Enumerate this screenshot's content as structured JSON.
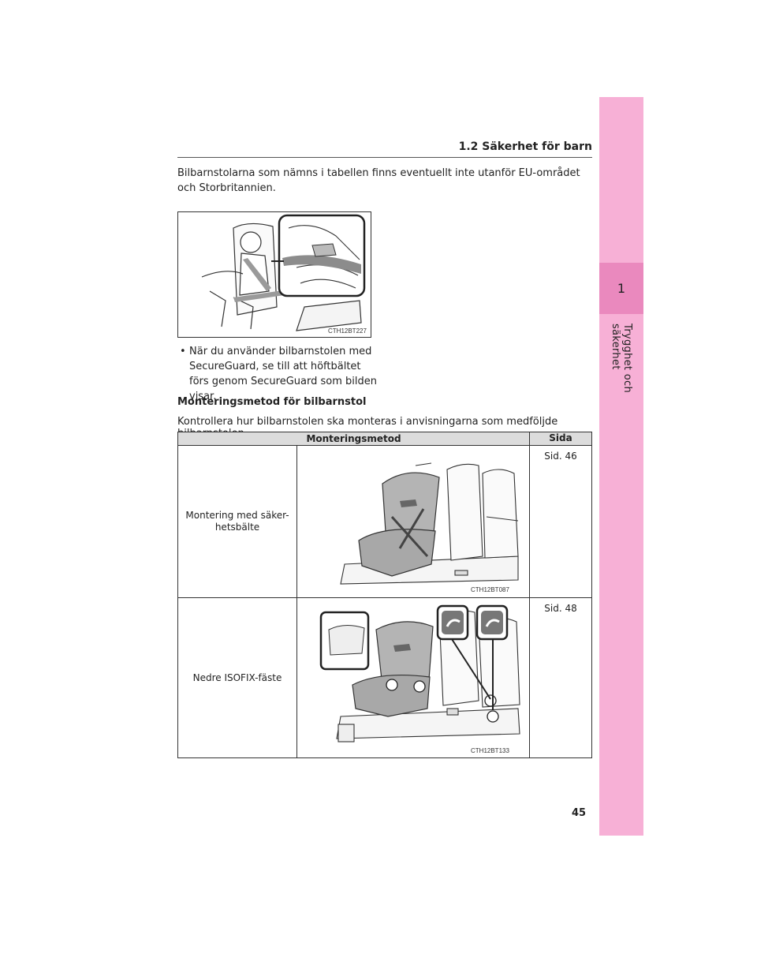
{
  "header": {
    "section": "1.2  Säkerhet för barn"
  },
  "sidebar": {
    "chapter_number": "1",
    "chapter_title": "Trygghet och säkerhet"
  },
  "intro": "Bilbarnstolarna som nämns i tabellen finns eventuellt inte utanför EU-området och Storbritannien.",
  "figure1": {
    "code": "CTH12BT227"
  },
  "bullet": "När du använder bilbarnstolen med SecureGuard, se till att höftbältet förs genom SecureGuard som bilden visar.",
  "subheading": "Monteringsmetod för bilbarnstol",
  "paragraph": "Kontrollera hur bilbarnstolen ska monteras i anvisningarna som medföljde bilbarnstolen.",
  "table": {
    "headers": [
      "Monteringsmetod",
      "Sida"
    ],
    "rows": [
      {
        "method": "Montering med säker-hetsbälte",
        "figure_code": "CTH12BT087",
        "page": "Sid. 46"
      },
      {
        "method": "Nedre ISOFIX-fäste",
        "figure_code": "CTH12BT133",
        "page": "Sid. 48"
      }
    ]
  },
  "page_number": "45"
}
